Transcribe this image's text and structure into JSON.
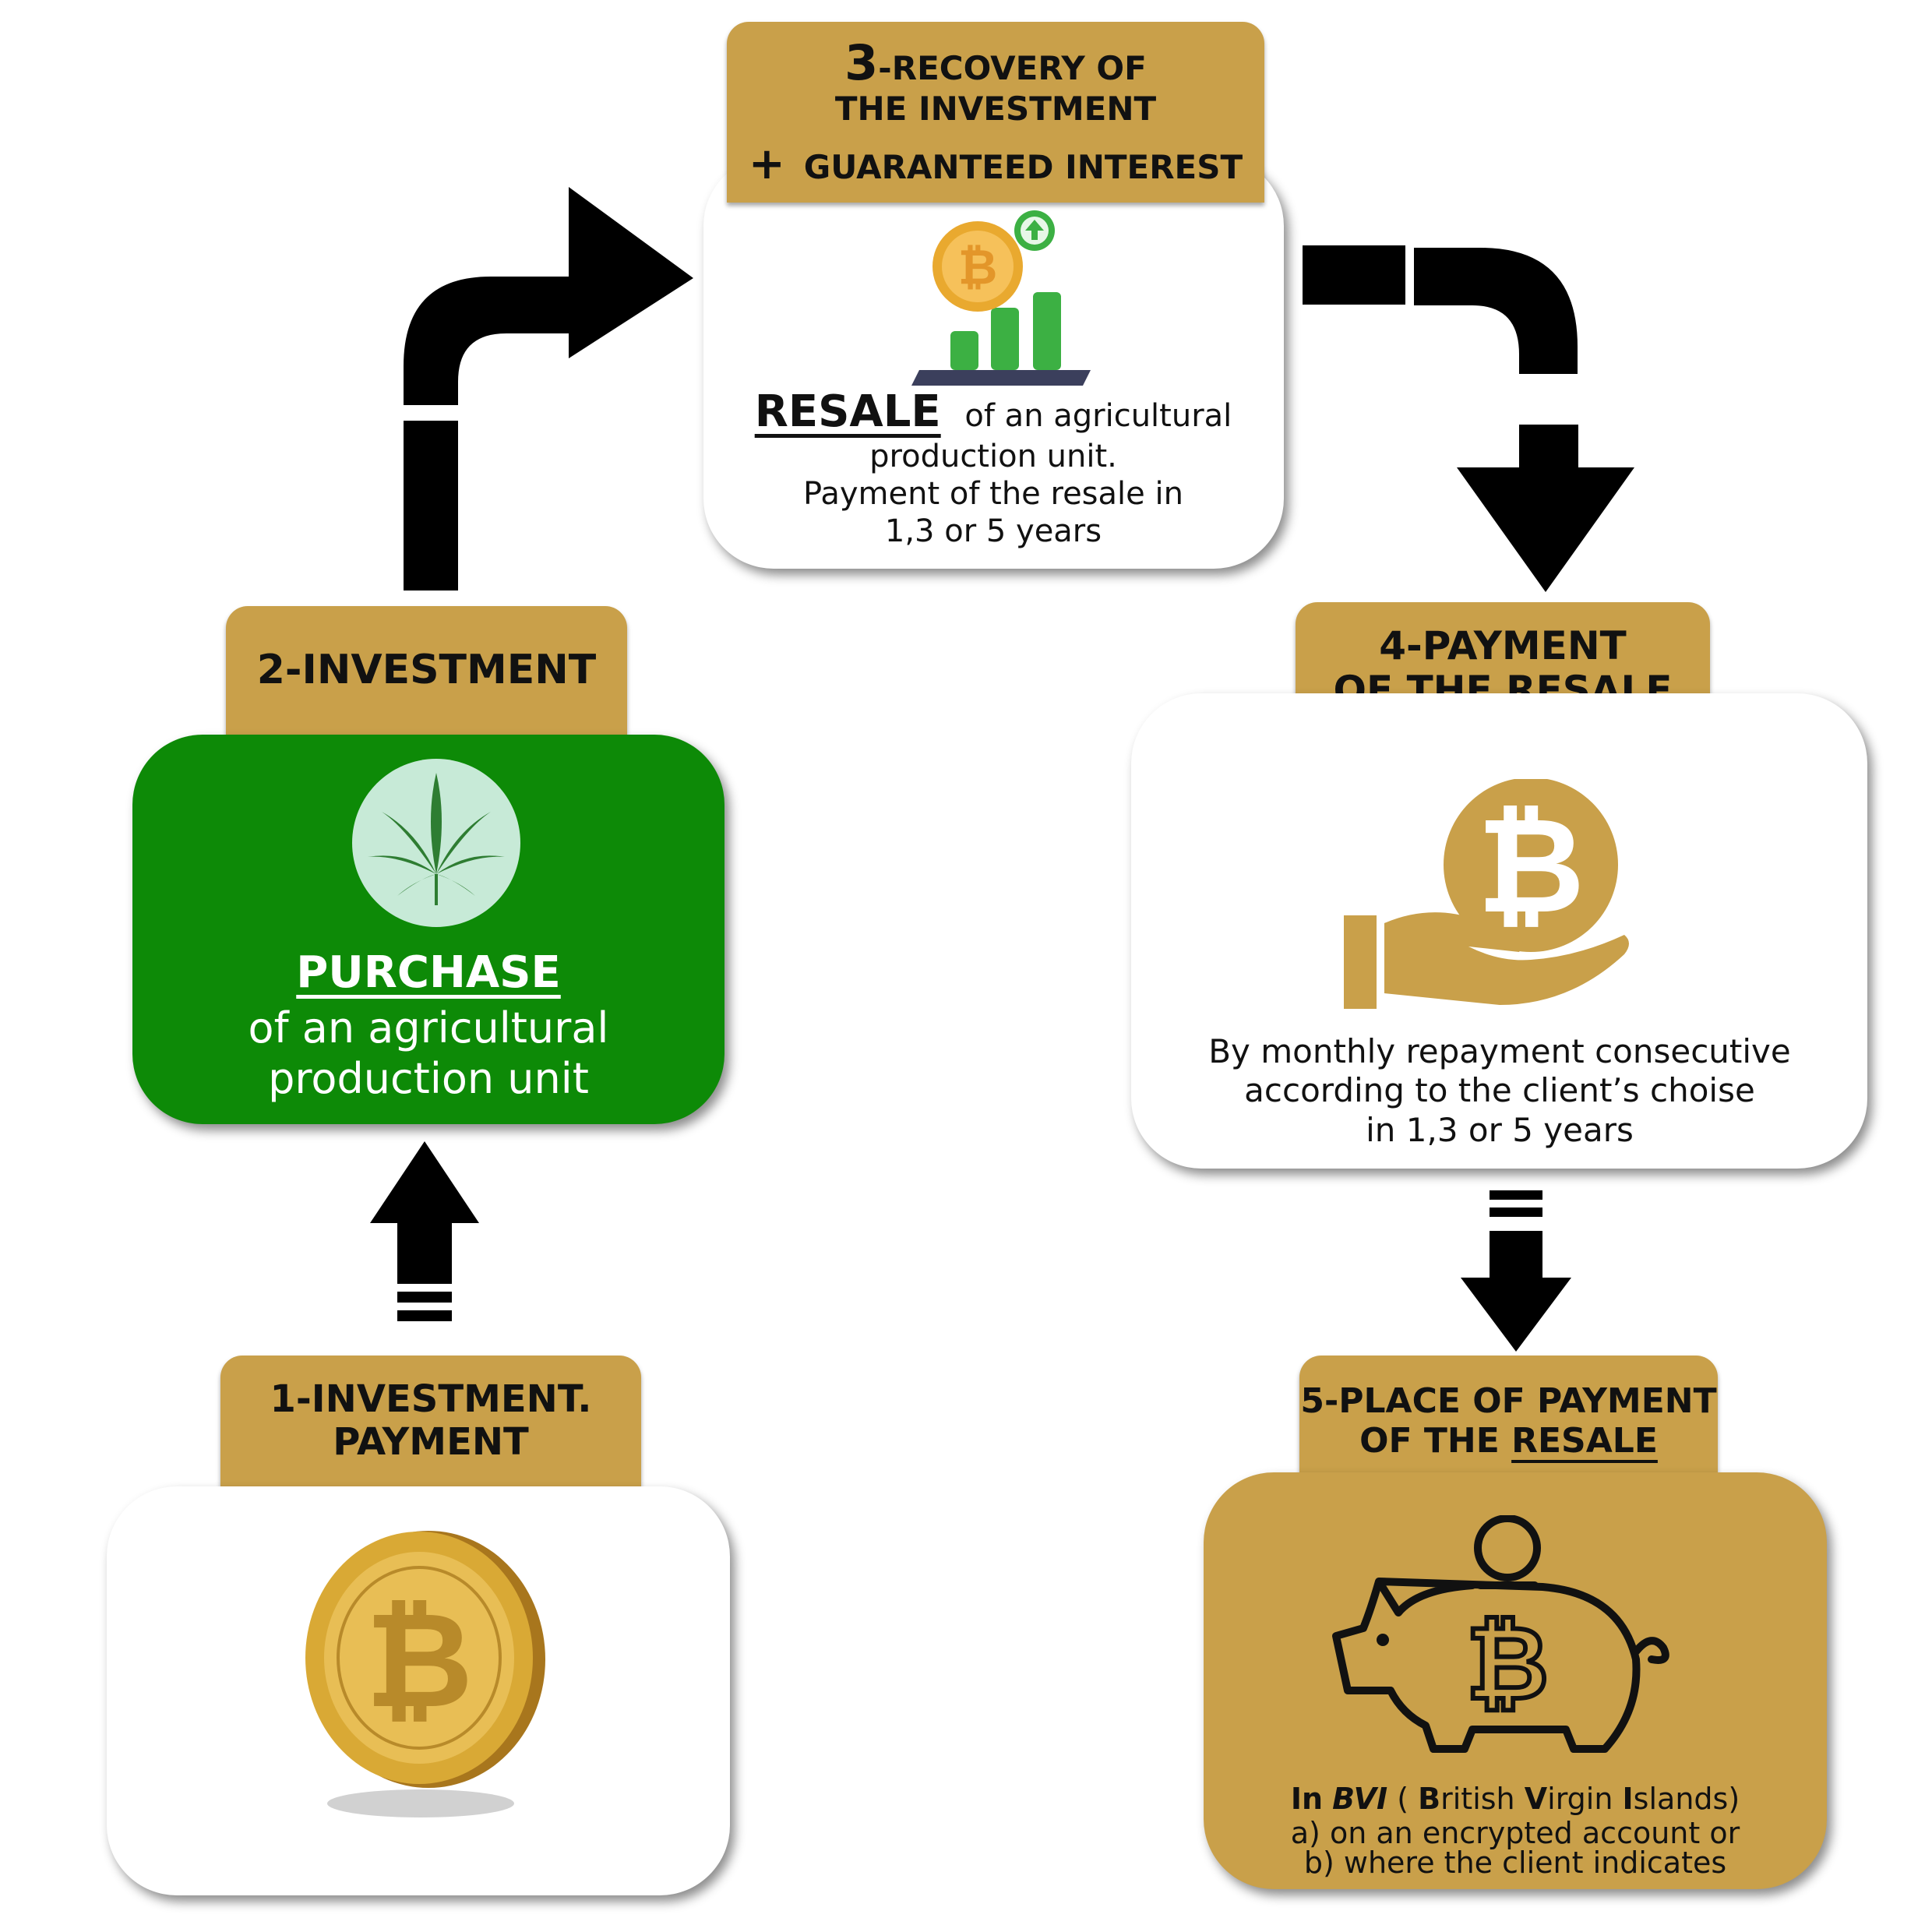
{
  "colors": {
    "gold": "#c9a04a",
    "green": "#0d8a07",
    "white": "#ffffff",
    "arrow": "#000000",
    "leaf": "#2e7d32",
    "bar": "#3cb043"
  },
  "step1": {
    "header_line1": "1-INVESTMENT.",
    "header_line2": "PAYMENT",
    "icon": "bitcoin-coin-icon"
  },
  "step2": {
    "header": "2-INVESTMENT",
    "title": "PURCHASE",
    "line1": "of an agricultural",
    "line2": "production unit",
    "icon": "cannabis-leaf-icon"
  },
  "step3": {
    "header_num": "3",
    "header_line1": "-RECOVERY OF",
    "header_line2": "THE INVESTMENT",
    "header_plus": "+",
    "header_line3": "GUARANTEED INTEREST",
    "title": "RESALE",
    "title_rest": "of an agricultural",
    "line2": "production unit.",
    "line3": "Payment of the resale in",
    "line4": "1,3 or 5 years",
    "icon": "bitcoin-growth-chart-icon"
  },
  "step4": {
    "header_line1": "4-PAYMENT",
    "header_line2_pre": "OF THE ",
    "header_line2_u": "RESALE",
    "line1": "By monthly repayment consecutive",
    "line2": "according to the client’s choise",
    "line3": "in 1,3 or 5 years",
    "icon": "hand-bitcoin-icon"
  },
  "step5": {
    "header_line1": "5-PLACE OF PAYMENT",
    "header_line2_pre": "OF THE ",
    "header_line2_u": "RESALE",
    "line1_in": "In",
    "line1_bvi": "BVI",
    "line1_paren_open": "(",
    "line1_b": "B",
    "line1_ritish": "ritish",
    "line1_v": "V",
    "line1_irgin": "irgin",
    "line1_i": "I",
    "line1_slands": "slands)",
    "line2": "a) on an encrypted account or",
    "line3": "b) where the client indicates",
    "icon": "piggy-bank-bitcoin-icon"
  }
}
